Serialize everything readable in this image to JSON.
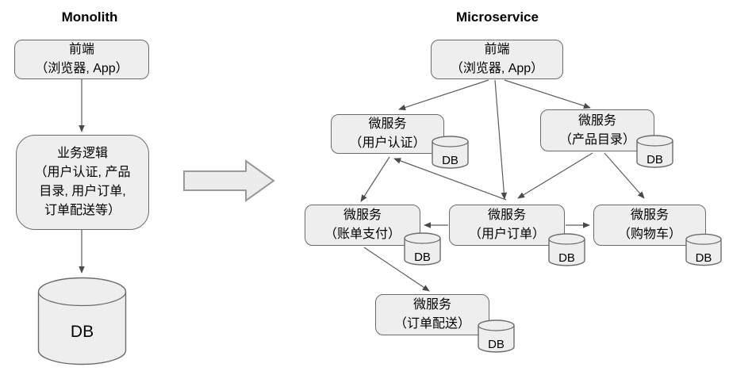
{
  "colors": {
    "box_fill": "#eeeeee",
    "box_border": "#6b6b6b",
    "connector": "#5c5c5c",
    "background": "#ffffff"
  },
  "monolith": {
    "title": "Monolith",
    "frontend": {
      "lines": [
        "前端",
        "（浏览器, App）"
      ]
    },
    "business_logic": {
      "lines": [
        "业务逻辑",
        "（用户认证, 产品",
        "目录, 用户订单,",
        "订单配送等）"
      ]
    },
    "database": {
      "label": "DB"
    }
  },
  "transform": {
    "icon": "right-block-arrow"
  },
  "microservice": {
    "title": "Microservice",
    "frontend": {
      "lines": [
        "前端",
        "（浏览器, App）"
      ]
    },
    "services": [
      {
        "key": "auth",
        "lines": [
          "微服务",
          "（用户认证）"
        ],
        "db_label": "DB"
      },
      {
        "key": "catalog",
        "lines": [
          "微服务",
          "（产品目录）"
        ],
        "db_label": "DB"
      },
      {
        "key": "billing",
        "lines": [
          "微服务",
          "（账单支付）"
        ],
        "db_label": "DB"
      },
      {
        "key": "orders",
        "lines": [
          "微服务",
          "（用户订单）"
        ],
        "db_label": "DB"
      },
      {
        "key": "cart",
        "lines": [
          "微服务",
          "（购物车）"
        ],
        "db_label": "DB"
      },
      {
        "key": "delivery",
        "lines": [
          "微服务",
          "（订单配送）"
        ],
        "db_label": "DB"
      }
    ]
  }
}
